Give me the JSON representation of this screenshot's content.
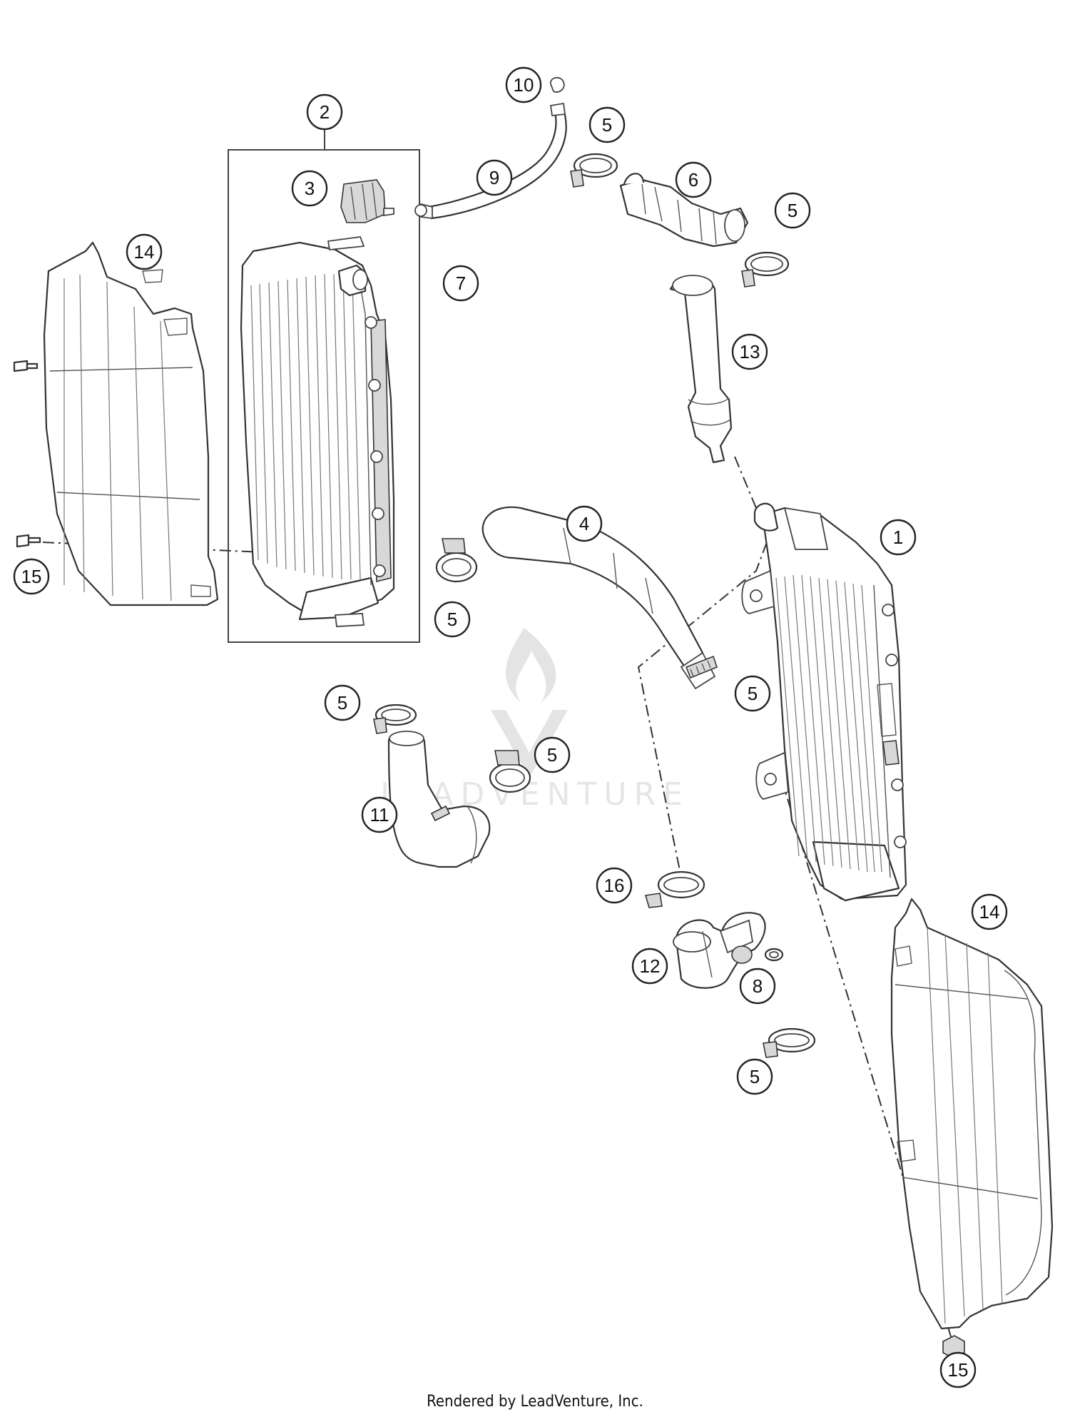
{
  "diagram": {
    "callouts": [
      {
        "id": "c1",
        "label": "1"
      },
      {
        "id": "c2",
        "label": "2"
      },
      {
        "id": "c3",
        "label": "3"
      },
      {
        "id": "c4",
        "label": "4"
      },
      {
        "id": "c5a",
        "label": "5"
      },
      {
        "id": "c5b",
        "label": "5"
      },
      {
        "id": "c5c",
        "label": "5"
      },
      {
        "id": "c5d",
        "label": "5"
      },
      {
        "id": "c5e",
        "label": "5"
      },
      {
        "id": "c5f",
        "label": "5"
      },
      {
        "id": "c5g",
        "label": "5"
      },
      {
        "id": "c6",
        "label": "6"
      },
      {
        "id": "c7",
        "label": "7"
      },
      {
        "id": "c8",
        "label": "8"
      },
      {
        "id": "c9",
        "label": "9"
      },
      {
        "id": "c10",
        "label": "10"
      },
      {
        "id": "c11",
        "label": "11"
      },
      {
        "id": "c12",
        "label": "12"
      },
      {
        "id": "c13",
        "label": "13"
      },
      {
        "id": "c14a",
        "label": "14"
      },
      {
        "id": "c14b",
        "label": "14"
      },
      {
        "id": "c15a",
        "label": "15"
      },
      {
        "id": "c15b",
        "label": "15"
      },
      {
        "id": "c16",
        "label": "16"
      }
    ],
    "watermark": "LEADVENTURE"
  },
  "footer": {
    "credit": "Rendered by LeadVenture, Inc."
  },
  "colors": {
    "line": "#333333",
    "background": "#ffffff",
    "watermark": "#e4e4e4"
  }
}
